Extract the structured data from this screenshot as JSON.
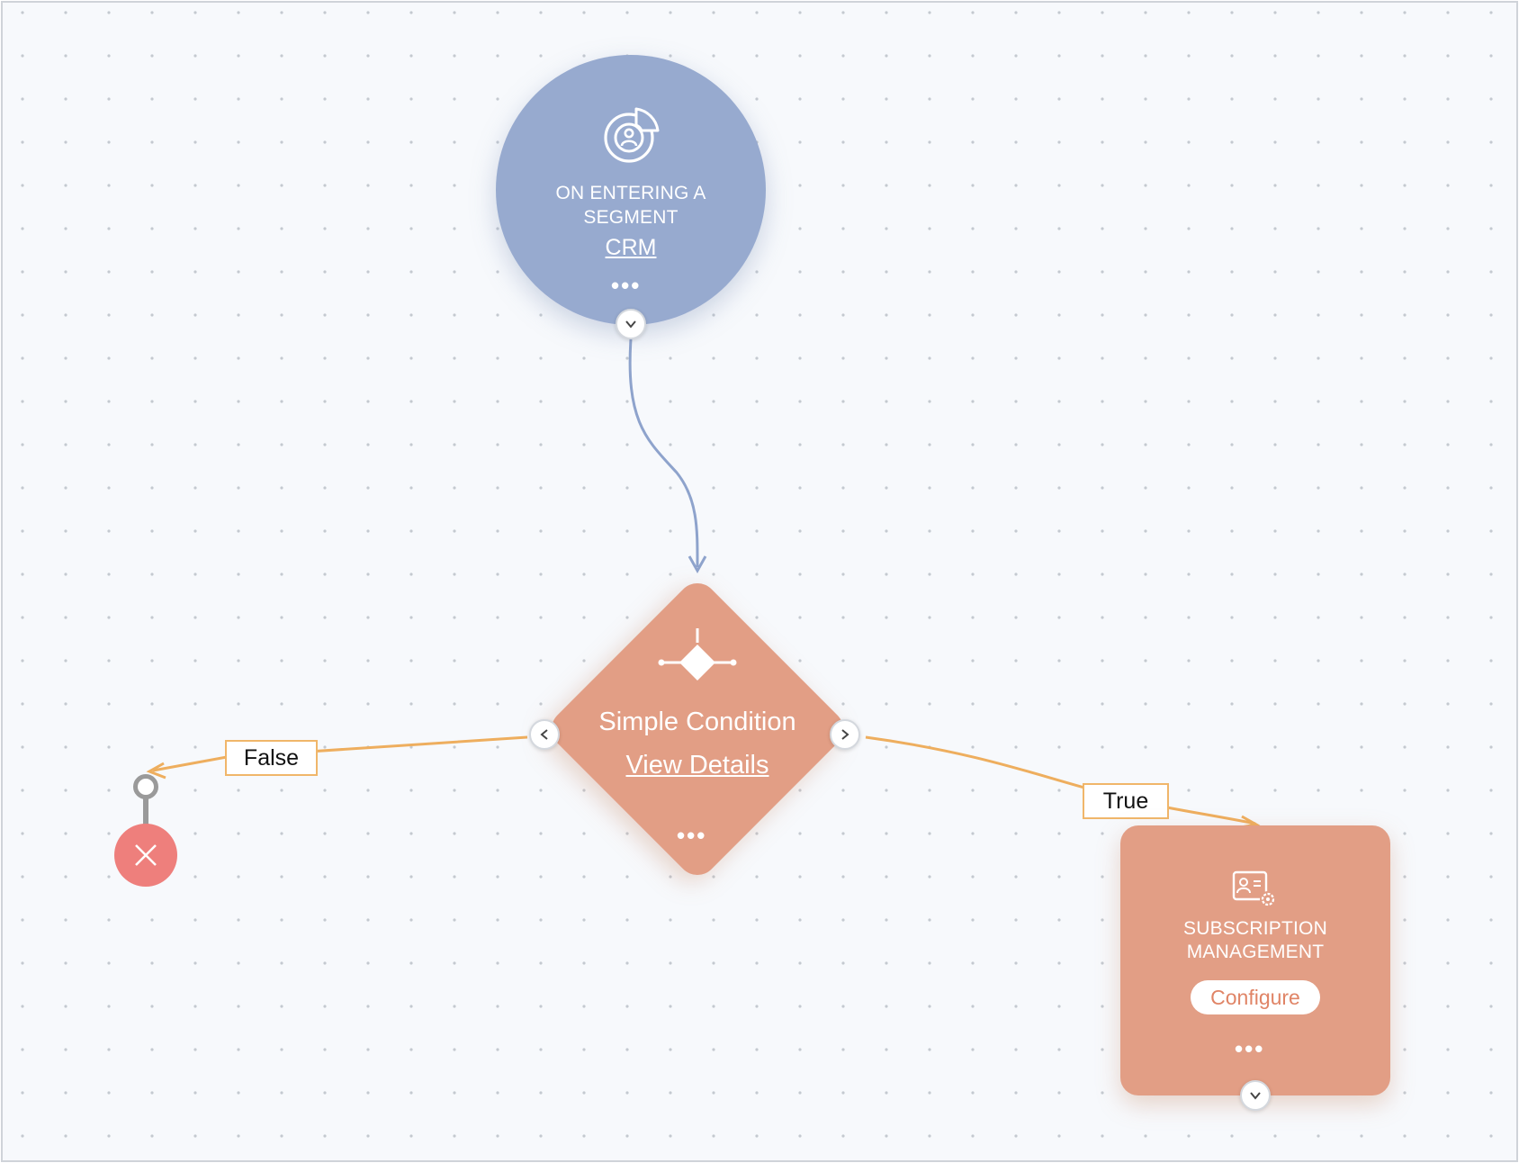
{
  "trigger": {
    "title": "ON ENTERING A SEGMENT",
    "link": "CRM",
    "more": "•••",
    "icon": "segment-target-icon",
    "color": "#97aacf"
  },
  "condition": {
    "title": "Simple Condition",
    "link": "View Details",
    "more": "•••",
    "icon": "condition-diamond-icon",
    "color": "#e29e85"
  },
  "edges": {
    "false_label": "False",
    "true_label": "True"
  },
  "action": {
    "title": "SUBSCRIPTION MANAGEMENT",
    "button": "Configure",
    "more": "•••",
    "icon": "subscription-management-icon",
    "color": "#e29e85"
  },
  "end": {
    "icon": "close-icon",
    "color": "#ee7f7c"
  }
}
